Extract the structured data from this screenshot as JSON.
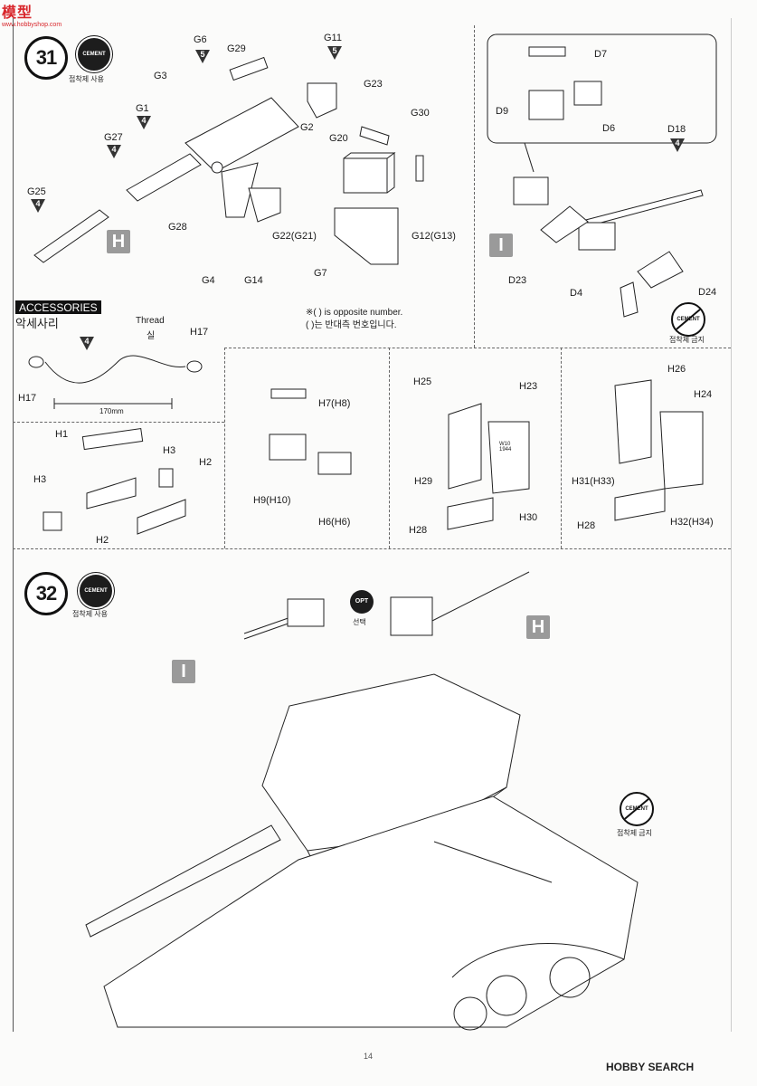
{
  "watermark": {
    "site": "模型",
    "url": "www.hobbyshop.com",
    "brand": "HOBBY SEARCH"
  },
  "page_number": "14",
  "step31": {
    "number": "31",
    "cement_label": "CEMENT",
    "cement_note": "접착제 사용",
    "h_tag": "H",
    "labels": {
      "G6": "G6",
      "G29": "G29",
      "G11": "G11",
      "G3": "G3",
      "G23": "G23",
      "G1": "G1",
      "G2": "G2",
      "G30": "G30",
      "G27": "G27",
      "G20": "G20",
      "G25": "G25",
      "G28": "G28",
      "G22": "G22(G21)",
      "G12": "G12(G13)",
      "G4": "G4",
      "G14": "G14",
      "G7": "G7"
    },
    "tri_values": {
      "G6": "5",
      "G11": "5",
      "G1": "4",
      "G27": "4",
      "G25": "4"
    },
    "accessories_en": "ACCESSORIES",
    "accessories_kr": "악세사리",
    "thread_en": "Thread",
    "thread_kr": "실",
    "h17_top": "H17",
    "h17_left": "H17",
    "thread_tri": "4",
    "length": "170mm",
    "opposite_note_en": "※( ) is opposite number.",
    "opposite_note_kr": "( )는 반대측 번호입니다.",
    "i_group": {
      "i_tag": "I",
      "labels": {
        "D7": "D7",
        "D9": "D9",
        "D6": "D6",
        "D18": "D18",
        "D23": "D23",
        "D4": "D4",
        "D24": "D24"
      },
      "d18_tri": "4",
      "no_cement_label": "CEMENT",
      "no_cement_note": "접착제 금지"
    },
    "sub_h1": {
      "labels": [
        "H1",
        "H3",
        "H2",
        "H3",
        "H2"
      ]
    },
    "sub_h7": {
      "labels": [
        "H7(H8)",
        "H9(H10)",
        "H6(H6)"
      ]
    },
    "sub_h25": {
      "labels": [
        "H25",
        "H23",
        "H29",
        "H30",
        "H28"
      ],
      "can_text": "W10 1944"
    },
    "sub_h26": {
      "labels": [
        "H26",
        "H24",
        "H31(H33)",
        "H28",
        "H32(H34)"
      ]
    }
  },
  "step32": {
    "number": "32",
    "cement_label": "CEMENT",
    "cement_note": "접착제 사용",
    "opt_label": "OPT",
    "opt_note": "선택",
    "i_tag": "I",
    "h_tag": "H",
    "no_cement_label": "CEMENT",
    "no_cement_note": "접착제 금지"
  }
}
